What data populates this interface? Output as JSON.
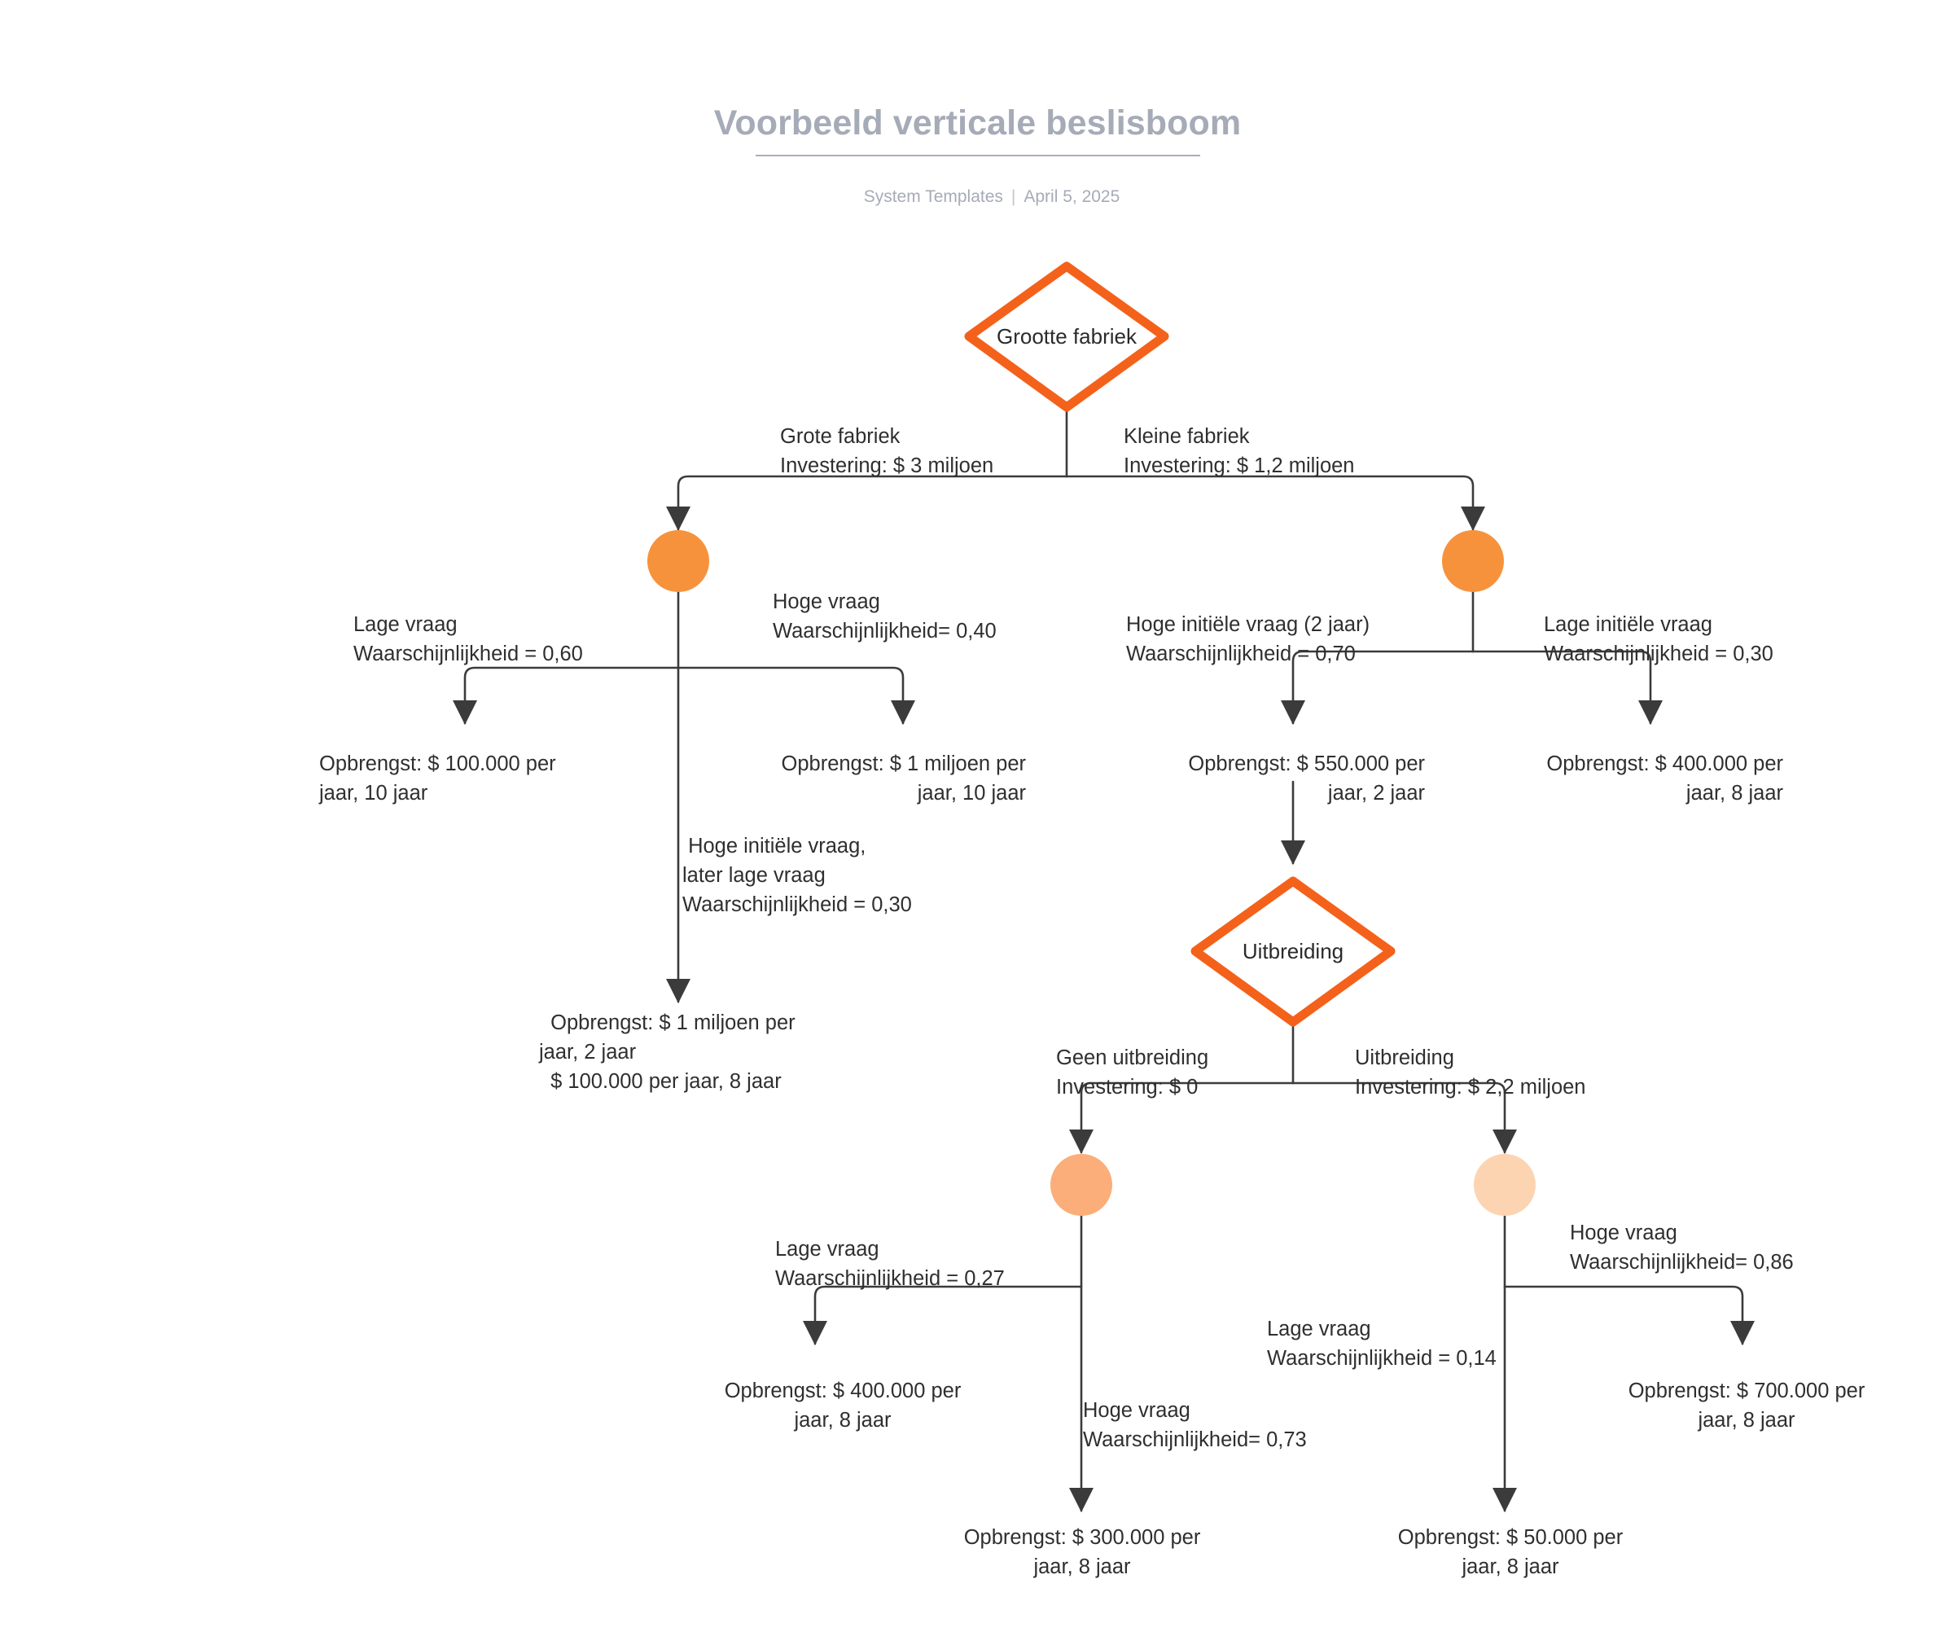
{
  "header": {
    "title": "Voorbeeld verticale beslisboom",
    "source": "System Templates",
    "separator": "|",
    "date": "April 5, 2025"
  },
  "colors": {
    "decision_stroke": "#F4611A",
    "chance_dark": "#F7923C",
    "chance_mid": "#FBAE79",
    "chance_light": "#FCD4B2",
    "edge": "#3b3b3b",
    "title_grey": "#A6ABB8"
  },
  "nodes": {
    "root_decision": "Grootte fabriek",
    "expansion_decision": "Uitbreiding"
  },
  "edge_labels": {
    "big_factory": "Grote fabriek\nInvestering: $ 3 miljoen",
    "small_factory": "Kleine fabriek\nInvestering: $ 1,2 miljoen",
    "low_demand_60": "Lage vraag\nWaarschijnlijkheid = 0,60",
    "high_demand_40": "Hoge vraag\nWaarschijnlijkheid= 0,40",
    "high_then_low_30": " Hoge initiële vraag,\nlater lage vraag\nWaarschijnlijkheid = 0,30",
    "high_initial_70": "Hoge initiële vraag (2 jaar)\nWaarschijnlijkheid = 0,70",
    "low_initial_30": "Lage initiële vraag\nWaarschijnlijkheid = 0,30",
    "no_expansion": "Geen uitbreiding\nInvestering: $ 0",
    "expansion": "Uitbreiding\nInvestering: $ 2,2 miljoen",
    "low_demand_27": "Lage vraag\nWaarschijnlijkheid = 0,27",
    "high_demand_73": "Hoge vraag\nWaarschijnlijkheid= 0,73",
    "low_demand_14": "Lage vraag\nWaarschijnlijkheid = 0,14",
    "high_demand_86": "Hoge vraag\nWaarschijnlijkheid= 0,86"
  },
  "outcomes": {
    "o_100k_10y": "Opbrengst: $ 100.000 per\njaar, 10 jaar",
    "o_1m_10y": "Opbrengst: $ 1 miljoen per\njaar, 10 jaar",
    "o_1m_2y_100k_8y": "  Opbrengst: $ 1 miljoen per\njaar, 2 jaar\n  $ 100.000 per jaar, 8 jaar",
    "o_550k_2y": "Opbrengst: $ 550.000 per\njaar, 2 jaar",
    "o_400k_8y_right": "Opbrengst: $ 400.000 per\njaar, 8 jaar",
    "o_400k_8y_bottom": "Opbrengst: $ 400.000 per\njaar, 8 jaar",
    "o_300k_8y": "Opbrengst: $ 300.000 per\njaar, 8 jaar",
    "o_50k_8y": "Opbrengst: $ 50.000 per\njaar, 8 jaar",
    "o_700k_8y": "Opbrengst: $ 700.000 per\njaar, 8 jaar"
  }
}
